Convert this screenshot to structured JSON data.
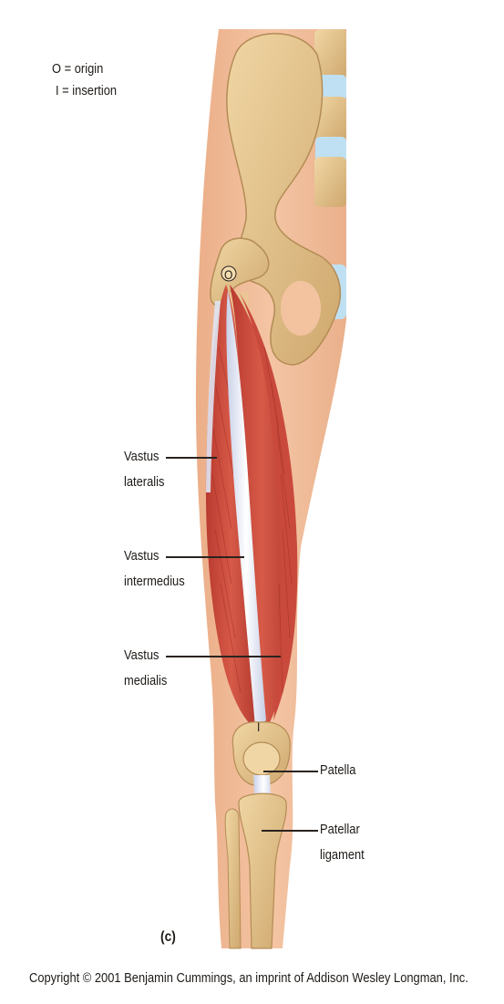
{
  "legend": {
    "origin": "O = origin",
    "insertion": "I = insertion"
  },
  "markers": {
    "origin": "O",
    "insertion": "I"
  },
  "labels": {
    "vastus_lateralis": [
      "Vastus",
      "lateralis"
    ],
    "vastus_intermedius": [
      "Vastus",
      "intermedius"
    ],
    "vastus_medialis": [
      "Vastus",
      "medialis"
    ],
    "patella": "Patella",
    "patellar_ligament": [
      "Patellar",
      "ligament"
    ]
  },
  "panel_letter": "(c)",
  "copyright": "Copyright © 2001 Benjamin Cummings, an imprint of Addison Wesley Longman, Inc.",
  "colors": {
    "skin": "#f1bc98",
    "bone": "#e3c58f",
    "muscle": "#c6473a",
    "tendon": "#e9ecf6",
    "cartilage": "#bfe0f3"
  }
}
